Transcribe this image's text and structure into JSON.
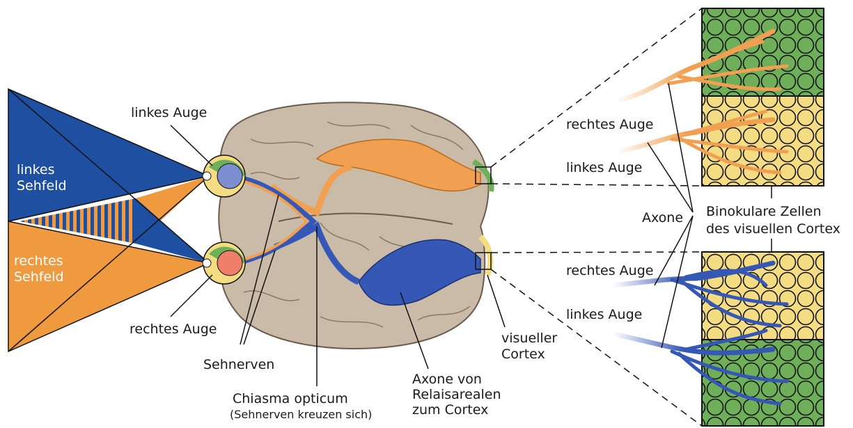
{
  "colors": {
    "blue": "#1f4fa0",
    "orange": "#ef9a3f",
    "green": "#6faf5a",
    "yellow": "#f4dc82",
    "brain": "#c9bba8",
    "axon_orange": "#f0a050",
    "axon_blue": "#3557b5"
  },
  "field": {
    "left_label": [
      "linkes",
      "Sehfeld"
    ],
    "right_label": [
      "rechtes",
      "Sehfeld"
    ]
  },
  "eyes": {
    "left_eye": "linkes Auge",
    "right_eye": "rechtes Auge"
  },
  "labels": {
    "optic_nerves": "Sehnerven",
    "chiasma": "Chiasma opticum",
    "chiasma_note": "(Sehnerven kreuzen sich)",
    "relay_axons": [
      "Axone von",
      "Relaisarealen",
      "zum Cortex"
    ],
    "visual_cortex": [
      "visueller",
      "Cortex"
    ],
    "axons": "Axone",
    "binocular": [
      "Binokulare Zellen",
      "des visuellen Cortex"
    ]
  },
  "inset": {
    "top_right_eye": "rechtes Auge",
    "top_left_eye": "linkes Auge",
    "bottom_right_eye": "rechtes Auge",
    "bottom_left_eye": "linkes Auge"
  }
}
